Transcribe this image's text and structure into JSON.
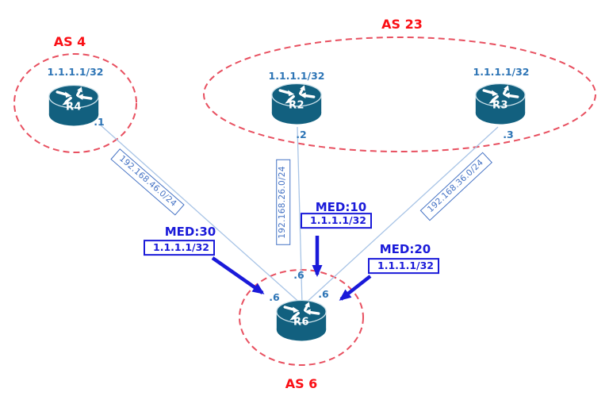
{
  "as_domains": [
    {
      "name": "AS 4"
    },
    {
      "name": "AS 23"
    },
    {
      "name": "AS 6"
    }
  ],
  "routers": [
    {
      "name": "R4",
      "as": "AS 4",
      "loopback": "1.1.1.1/32",
      "interface_number": ".1"
    },
    {
      "name": "R2",
      "as": "AS 23",
      "loopback": "1.1.1.1/32",
      "interface_number": ".2"
    },
    {
      "name": "R3",
      "as": "AS 23",
      "loopback": "1.1.1.1/32",
      "interface_number": ".3"
    },
    {
      "name": "R6",
      "as": "AS 6",
      "interface_numbers": [
        ".6",
        ".6",
        ".6"
      ]
    }
  ],
  "links": [
    {
      "from": "R4",
      "to": "R6",
      "subnet": "192.168.46.0/24"
    },
    {
      "from": "R2",
      "to": "R6",
      "subnet": "192.168.26.0/24"
    },
    {
      "from": "R3",
      "to": "R6",
      "subnet": "192.168.36.0/24"
    }
  ],
  "med_advertisements": [
    {
      "label": "MED:30",
      "prefix": "1.1.1.1/32",
      "via_link": "R4-R6"
    },
    {
      "label": "MED:10",
      "prefix": "1.1.1.1/32",
      "via_link": "R2-R6"
    },
    {
      "label": "MED:20",
      "prefix": "1.1.1.1/32",
      "via_link": "R3-R6"
    }
  ],
  "colors": {
    "as_text_red": "#fa0f15",
    "ellipse_dash_red": "#e85060",
    "router_teal": "#12607f",
    "router_label_blue": "#2e75b6",
    "subnet_blue": "#4472c4",
    "med_blue": "#1a1ad9",
    "link_light_blue": "#a8c4e6"
  }
}
